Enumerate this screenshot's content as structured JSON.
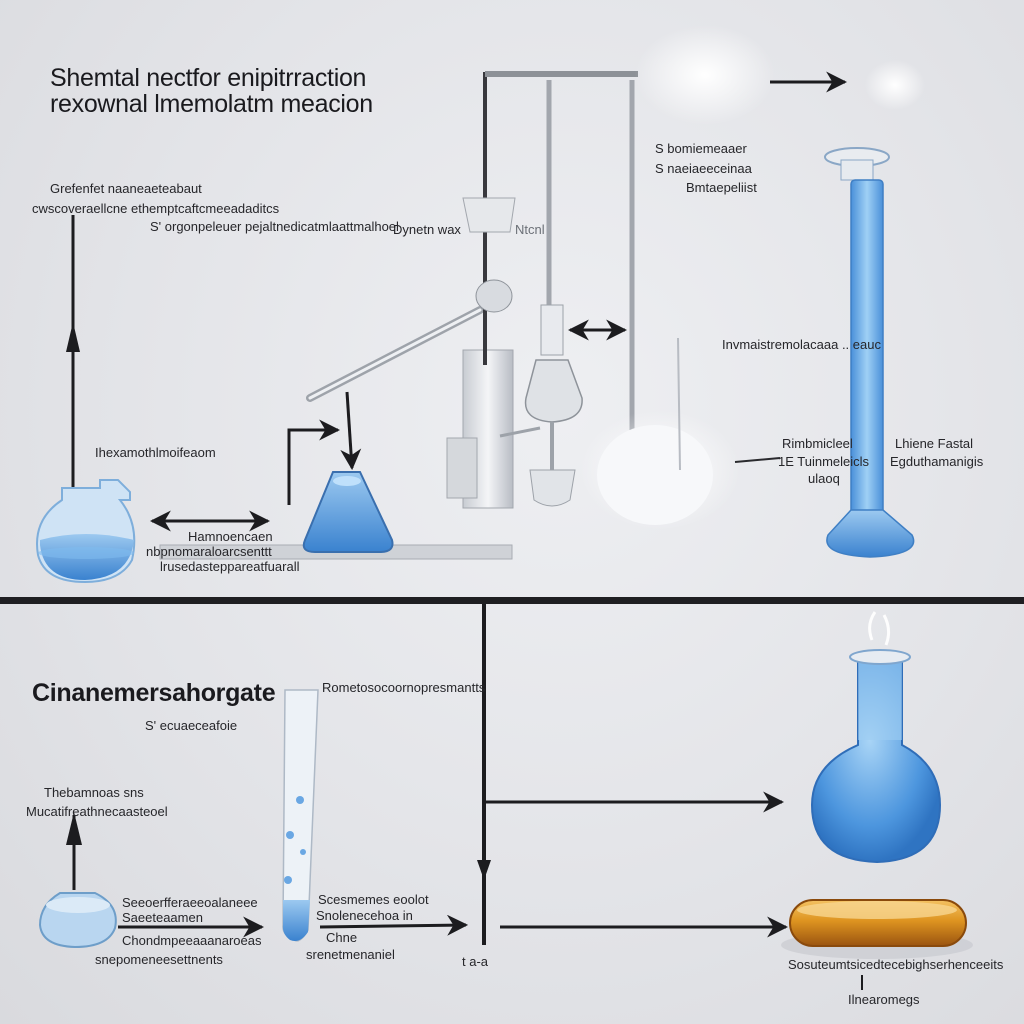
{
  "top_section": {
    "title_line1": "Shemtal nectfor enipitrraction",
    "title_line2": "rexownal lmemolatm meacion",
    "labels": [
      "Grefenfet naaneaeteabaut",
      "cwscoveraellcne ethemptcaftcmeeadaditcs",
      "S' orgonpeleuer pejaltnedicatmlaattmalhoel",
      "Dynetn wax",
      "Ntcnl",
      "S bomiemeaaer",
      "S naeiaeeceinaa",
      "Bmtaepeliist",
      "Invmaistremolacaaa .. eauc",
      "Rimbmicleel",
      "1E Tuinmeleicls",
      "ulaoq",
      "Lhiene Fastal",
      "Egduthamanigis",
      "Ihexamothlmoifeaom",
      "Hamnoencaen",
      "nbpnomaraloarcsenttt",
      "lrusedasteppareatfuarall"
    ]
  },
  "bottom_section": {
    "title": "Cinanemersahorgate",
    "labels": [
      "Rometosocoornopresmantts",
      "S' ecuaeceafoie",
      "Thebamnoas sns",
      "Mucatifreathnecaasteoel",
      "Seeoerfferaeeoalaneee",
      "Saeeteaamen",
      "Chondmpeeaaanaroeas",
      "snepomeneesettnents",
      "Scesmemes eoolot",
      "Snolenecehoa in",
      "Chne",
      "srenetmenaniel",
      "t  a-a",
      "Sosuteumtsicedtecebighserhenceeits",
      "Ilnearomegs"
    ]
  },
  "colors": {
    "background": "#e5e6e9",
    "liquid_blue": "#4f94d8",
    "oil_amber": "#d88a16",
    "line_dark": "#1c1c1f"
  }
}
